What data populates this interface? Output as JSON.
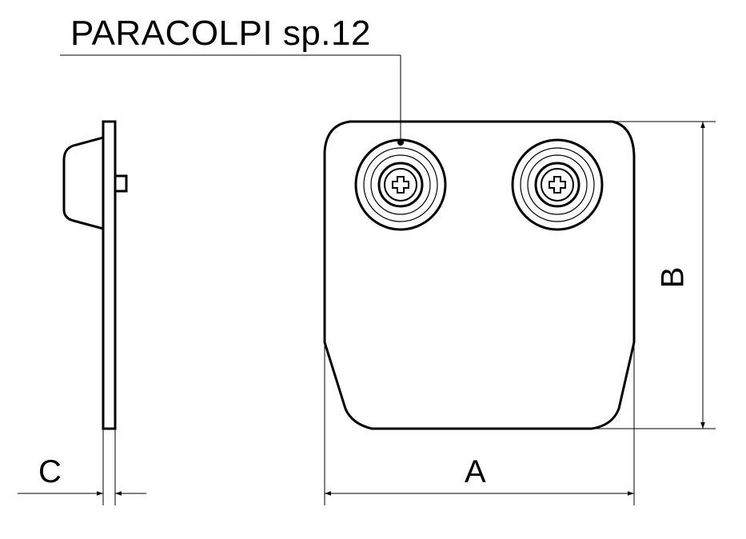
{
  "drawing": {
    "callout_label": "PARACOLPI sp.12",
    "dimensions": {
      "width_label": "A",
      "height_label": "B",
      "thickness_label": "C"
    },
    "views": [
      "side-view",
      "front-view"
    ],
    "components": {
      "plate": "rounded tapered plate",
      "bumpers": 2,
      "screw_head": "phillips"
    },
    "colors": {
      "line": "#000000",
      "thin_line": "#333333",
      "background": "#ffffff"
    }
  }
}
